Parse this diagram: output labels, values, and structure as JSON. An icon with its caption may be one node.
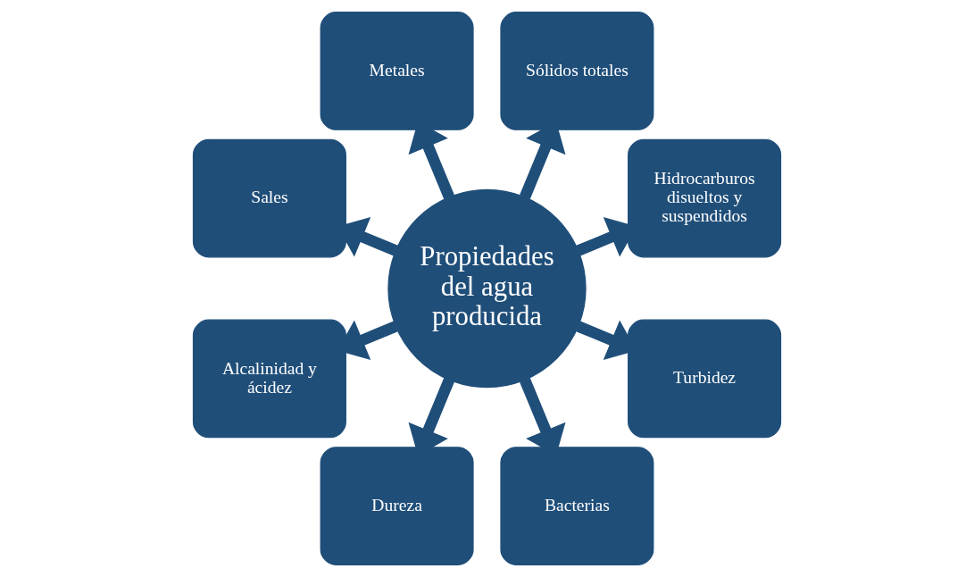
{
  "diagram": {
    "nodes": [
      {
        "text": [
          "Propiedades del agua producida"
        ]
      },
      {
        "text": [
          "Hidrocarburos disueltos y suspendidos"
        ]
      },
      {
        "text": [
          "Sólidos totales"
        ]
      },
      {
        "text": [
          "Metales"
        ]
      },
      {
        "text": [
          "Sales"
        ]
      },
      {
        "text": [
          "Alcalinidad y ácidez"
        ]
      },
      {
        "text": [
          "Dureza"
        ]
      },
      {
        "text": [
          "Bacterias"
        ]
      },
      {
        "text": [
          "Turbidez"
        ]
      }
    ],
    "edges": [
      {
        "from": 0,
        "to": 1,
        "arrow": "to"
      },
      {
        "from": 0,
        "to": 2,
        "arrow": "to"
      },
      {
        "from": 0,
        "to": 3,
        "arrow": "to"
      },
      {
        "from": 0,
        "to": 4,
        "arrow": "to"
      },
      {
        "from": 0,
        "to": 5,
        "arrow": "to"
      },
      {
        "from": 0,
        "to": 6,
        "arrow": "to"
      },
      {
        "from": 0,
        "to": 7,
        "arrow": "to"
      },
      {
        "from": 0,
        "to": 8,
        "arrow": "to"
      }
    ]
  }
}
